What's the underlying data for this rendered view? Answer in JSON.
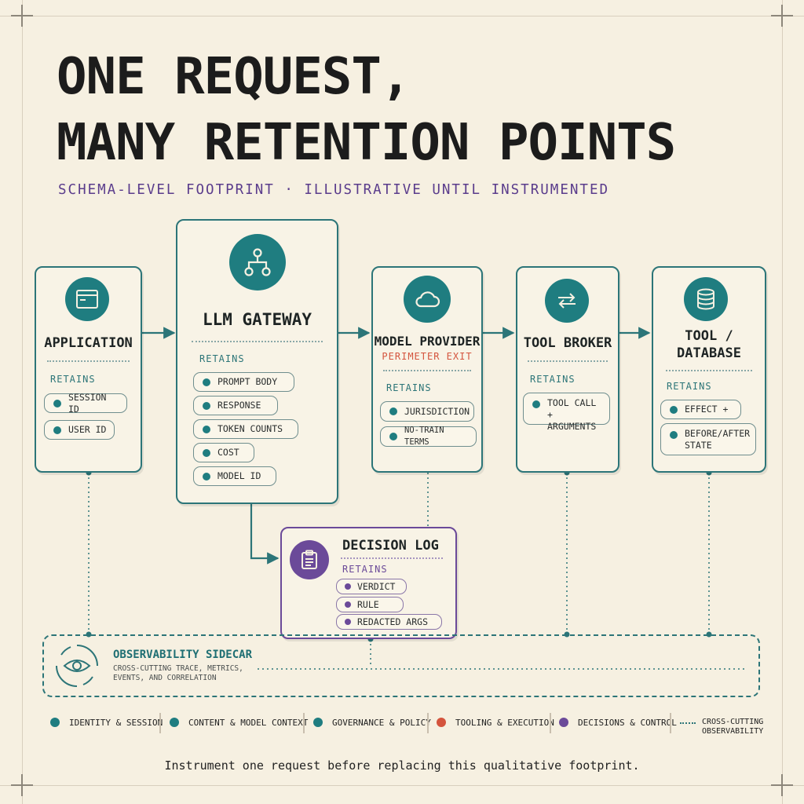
{
  "title_line1": "ONE REQUEST,",
  "title_line2": "MANY RETENTION POINTS",
  "subtitle": "SCHEMA-LEVEL FOOTPRINT · ILLUSTRATIVE UNTIL INSTRUMENTED",
  "retains_label": "RETAINS",
  "nodes": {
    "application": {
      "title": "APPLICATION",
      "icon": "browser-window-icon",
      "items": [
        "SESSION ID",
        "USER ID"
      ]
    },
    "gateway": {
      "title": "LLM GATEWAY",
      "icon": "hierarchy-icon",
      "items": [
        "PROMPT BODY",
        "RESPONSE",
        "TOKEN COUNTS",
        "COST",
        "MODEL ID"
      ]
    },
    "provider": {
      "title": "MODEL PROVIDER",
      "subtitle": "PERIMETER EXIT",
      "icon": "cloud-icon",
      "items": [
        "JURISDICTION",
        "NO-TRAIN TERMS"
      ]
    },
    "broker": {
      "title": "TOOL BROKER",
      "icon": "swap-arrows-icon",
      "items_line1": "TOOL CALL +",
      "items_line2": "ARGUMENTS"
    },
    "database": {
      "title_line1": "TOOL /",
      "title_line2": "DATABASE",
      "icon": "database-icon",
      "item1": "EFFECT +",
      "item2_line1": "BEFORE/AFTER",
      "item2_line2": "STATE"
    },
    "decision_log": {
      "title": "DECISION LOG",
      "icon": "clipboard-icon",
      "items": [
        "VERDICT",
        "RULE",
        "REDACTED ARGS"
      ]
    }
  },
  "sidecar": {
    "title": "OBSERVABILITY SIDECAR",
    "desc_line1": "CROSS-CUTTING TRACE, METRICS,",
    "desc_line2": "EVENTS, AND CORRELATION",
    "icon": "eye-target-icon"
  },
  "legend": [
    {
      "label": "IDENTITY & SESSION",
      "color": "#1f7d80"
    },
    {
      "label": "CONTENT & MODEL CONTEXT",
      "color": "#1f7d80"
    },
    {
      "label": "GOVERNANCE & POLICY",
      "color": "#1f7d80"
    },
    {
      "label": "TOOLING & EXECUTION",
      "color": "#d4543d"
    },
    {
      "label": "DECISIONS & CONTROL",
      "color": "#6b4a99"
    }
  ],
  "legend_dashed_line1": "CROSS-CUTTING",
  "legend_dashed_line2": "OBSERVABILITY",
  "footer": "Instrument one request before replacing this qualitative footprint.",
  "colors": {
    "teal": "#1f7d80",
    "purple": "#6b4a99",
    "red": "#d4543d",
    "background": "#f6f0e1"
  }
}
